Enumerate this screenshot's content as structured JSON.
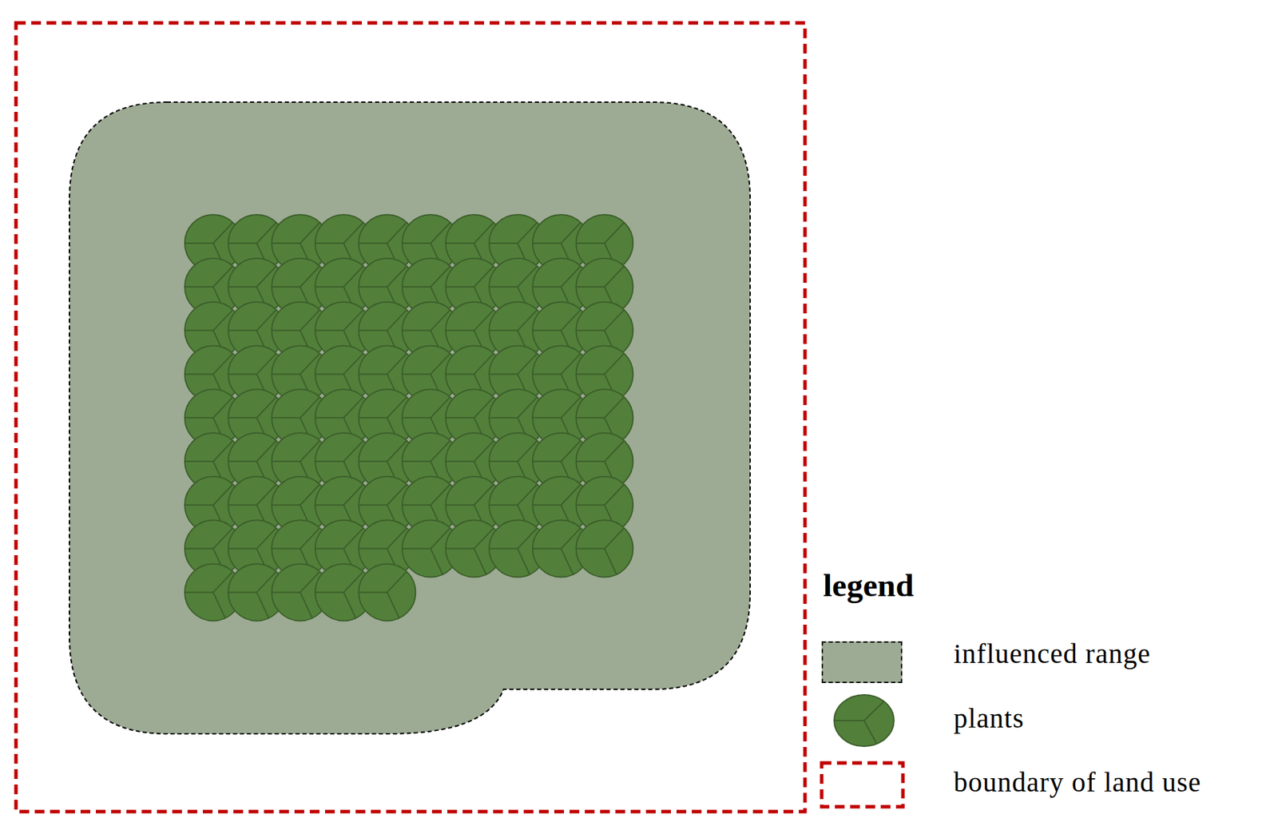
{
  "diagram": {
    "labels": [
      "legend"
    ],
    "legend": [
      {
        "text": "influenced range",
        "color": "#9dab94"
      },
      {
        "text": "plants"
      },
      {
        "text": "boundary of land use"
      }
    ]
  }
}
